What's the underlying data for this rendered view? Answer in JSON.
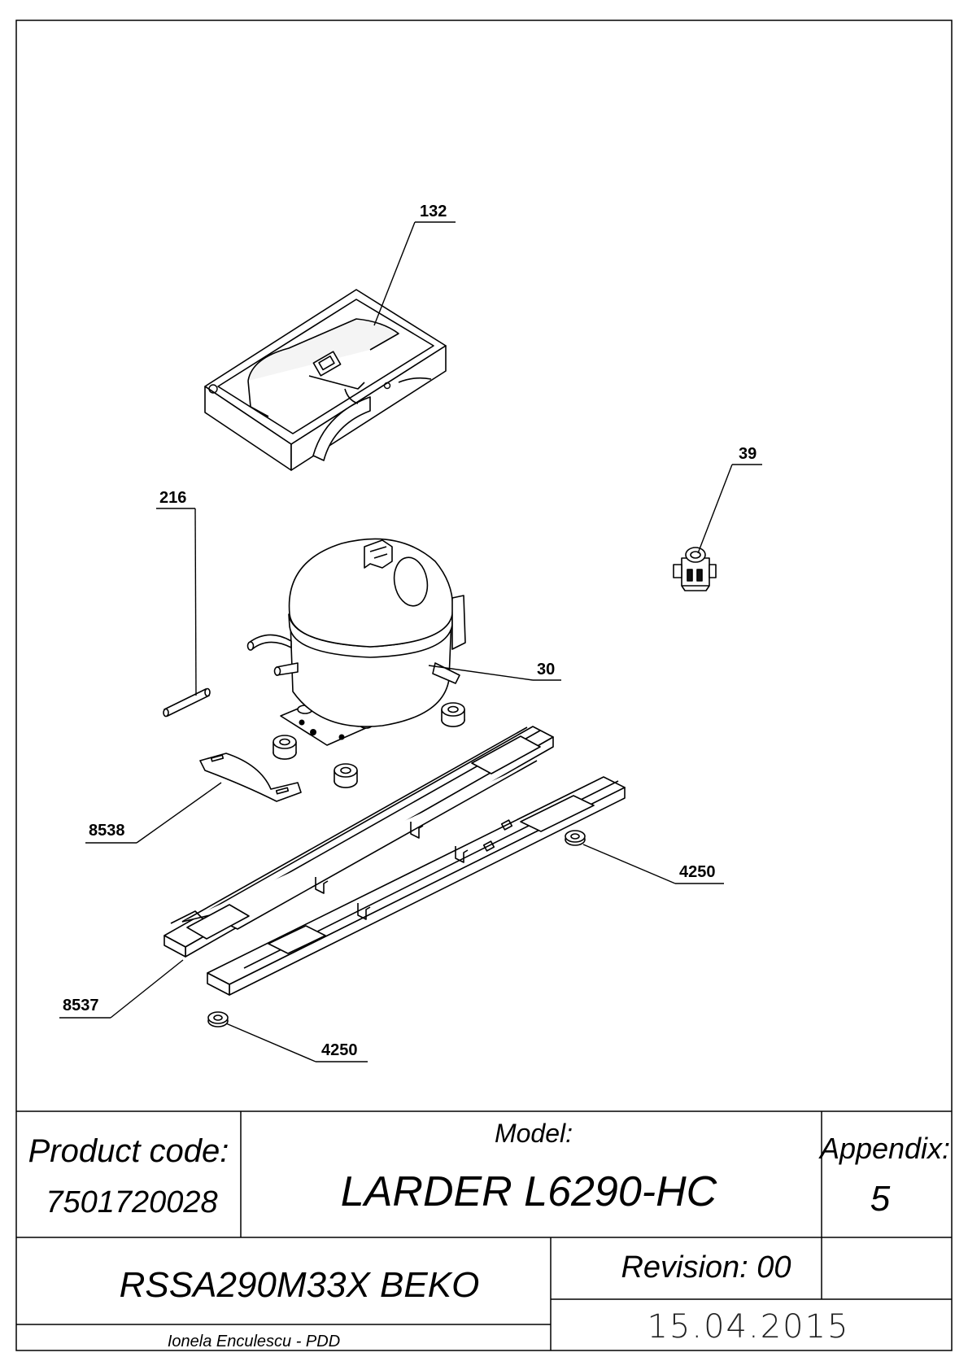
{
  "callouts": {
    "c132": "132",
    "c39": "39",
    "c216": "216",
    "c30": "30",
    "c8538": "8538",
    "c4250a": "4250",
    "c8537": "8537",
    "c4250b": "4250"
  },
  "title_block": {
    "product_code_label": "Product code:",
    "product_code_value": "7501720028",
    "model_label": "Model:",
    "model_value": "LARDER L6290-HC",
    "appendix_label": "Appendix:",
    "appendix_value": "5",
    "variant": "RSSA290M33X BEKO",
    "revision": "Revision: 00",
    "author": "Ionela Enculescu - PDD",
    "date": "15.04.2015"
  }
}
